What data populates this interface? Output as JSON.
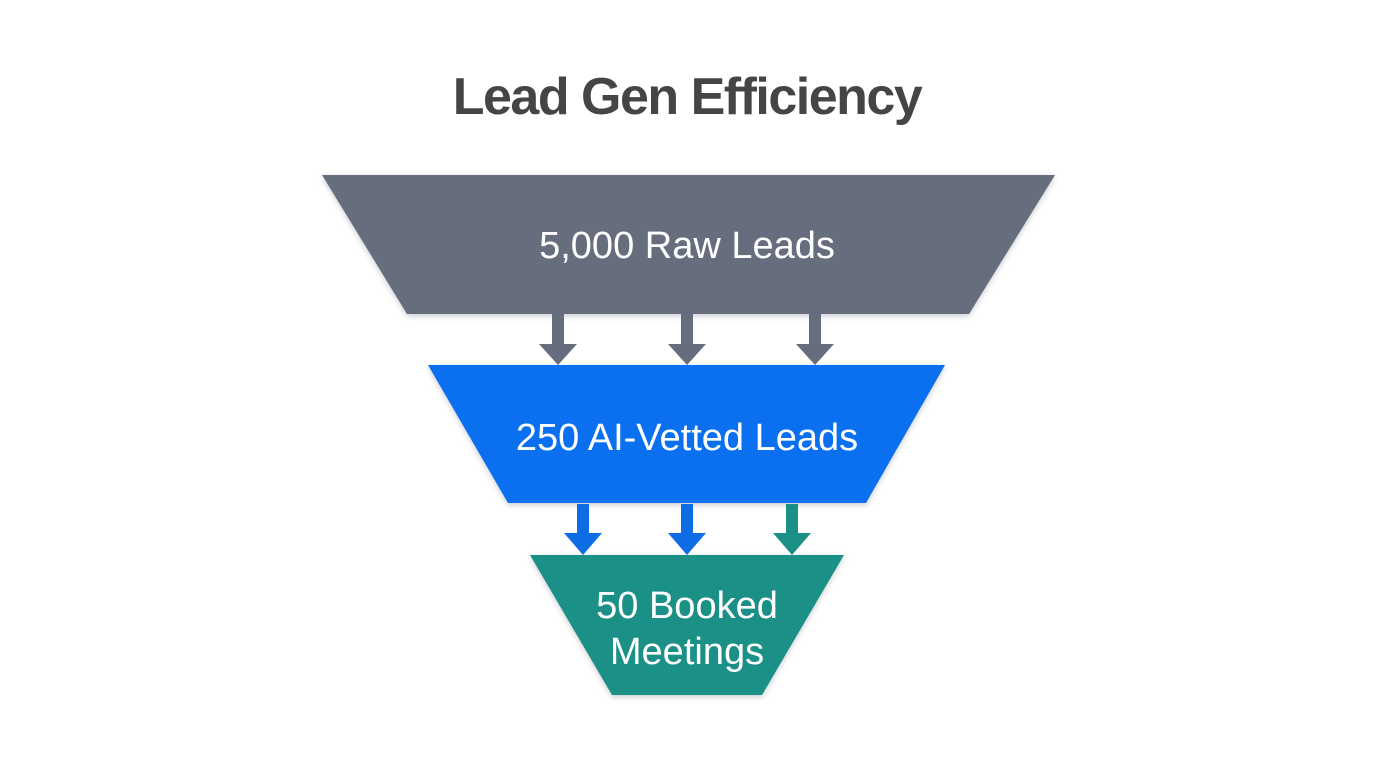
{
  "title": "Lead Gen Efficiency",
  "colors": {
    "background": "#ffffff",
    "title_text": "#454545",
    "label_text": "#ffffff",
    "arrow_gray": "#666e7d",
    "arrow_blue": "#0e6ce4",
    "arrow_teal": "#1b9086"
  },
  "funnel": {
    "stages": [
      {
        "label": "5,000 Raw Leads",
        "value": 5000,
        "color": "#666e7d"
      },
      {
        "label": "250 AI-Vetted Leads",
        "value": 250,
        "color": "#0b70f0"
      },
      {
        "label": "50 Booked Meetings",
        "label_line1": "50 Booked",
        "label_line2": "Meetings",
        "value": 50,
        "color": "#1b9086"
      }
    ]
  },
  "chart_data": {
    "type": "funnel",
    "title": "Lead Gen Efficiency",
    "categories": [
      "Raw Leads",
      "AI-Vetted Leads",
      "Booked Meetings"
    ],
    "values": [
      5000,
      250,
      50
    ],
    "labels": [
      "5,000 Raw Leads",
      "250 AI-Vetted Leads",
      "50 Booked Meetings"
    ],
    "colors": [
      "#666e7d",
      "#0b70f0",
      "#1b9086"
    ],
    "orientation": "top-down",
    "legend": false,
    "background": "#ffffff"
  }
}
